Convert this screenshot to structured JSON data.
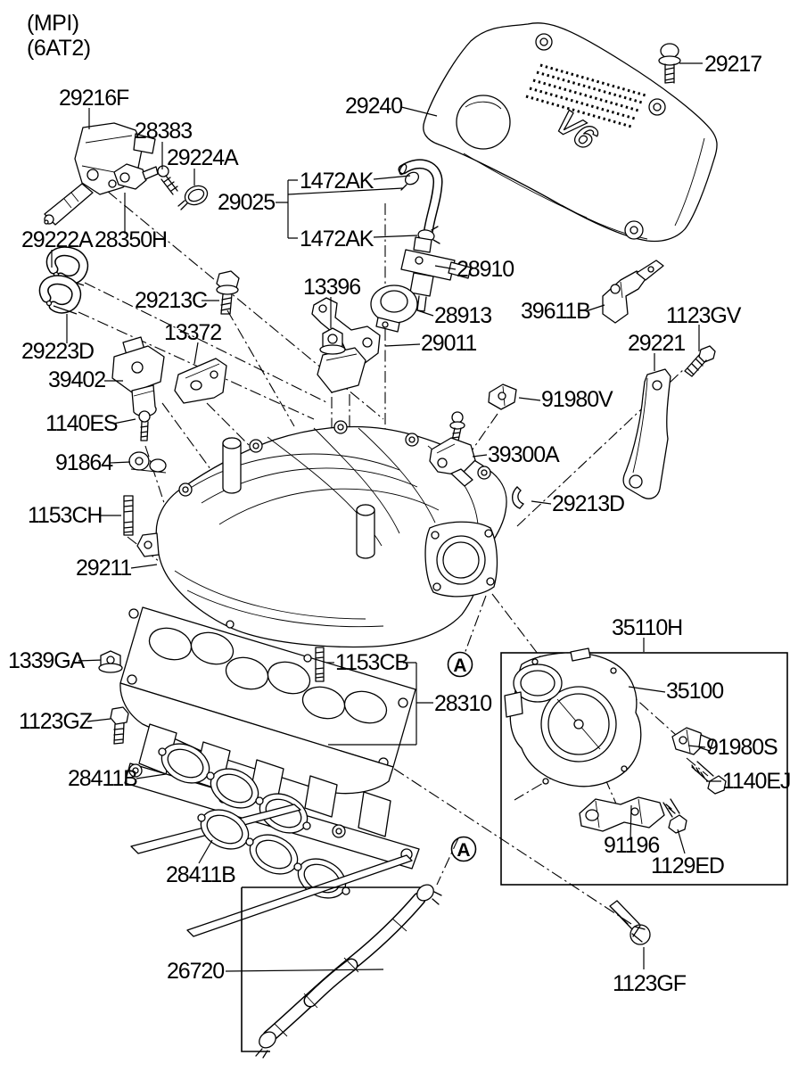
{
  "header": {
    "line1": "(MPI)",
    "line2": "(6AT2)"
  },
  "cover_badge": "V6",
  "detail_marker": "A",
  "labels": {
    "n29216F": "29216F",
    "n28383": "28383",
    "n29224A": "29224A",
    "n29025": "29025",
    "n1472AK": "1472AK",
    "n29240": "29240",
    "n29217": "29217",
    "n29222A": "29222A",
    "n28350H": "28350H",
    "n29223D": "29223D",
    "n29213C": "29213C",
    "n13372": "13372",
    "n39402": "39402",
    "n13396": "13396",
    "n28910": "28910",
    "n28913": "28913",
    "n29011": "29011",
    "n39611B": "39611B",
    "n1123GV": "1123GV",
    "n29221": "29221",
    "n91980V": "91980V",
    "n39300A": "39300A",
    "n29213D": "29213D",
    "n1140ES": "1140ES",
    "n91864": "91864",
    "n1153CH": "1153CH",
    "n29211": "29211",
    "n1339GA": "1339GA",
    "n1123GZ": "1123GZ",
    "n28411B": "28411B",
    "n1153CB": "1153CB",
    "n28310": "28310",
    "n26720": "26720",
    "n35110H": "35110H",
    "n35100": "35100",
    "n91980S": "91980S",
    "n1140EJ": "1140EJ",
    "n91196": "91196",
    "n1129ED": "1129ED",
    "n1123GF": "1123GF"
  },
  "colors": {
    "line": "#000000",
    "background": "#ffffff"
  }
}
